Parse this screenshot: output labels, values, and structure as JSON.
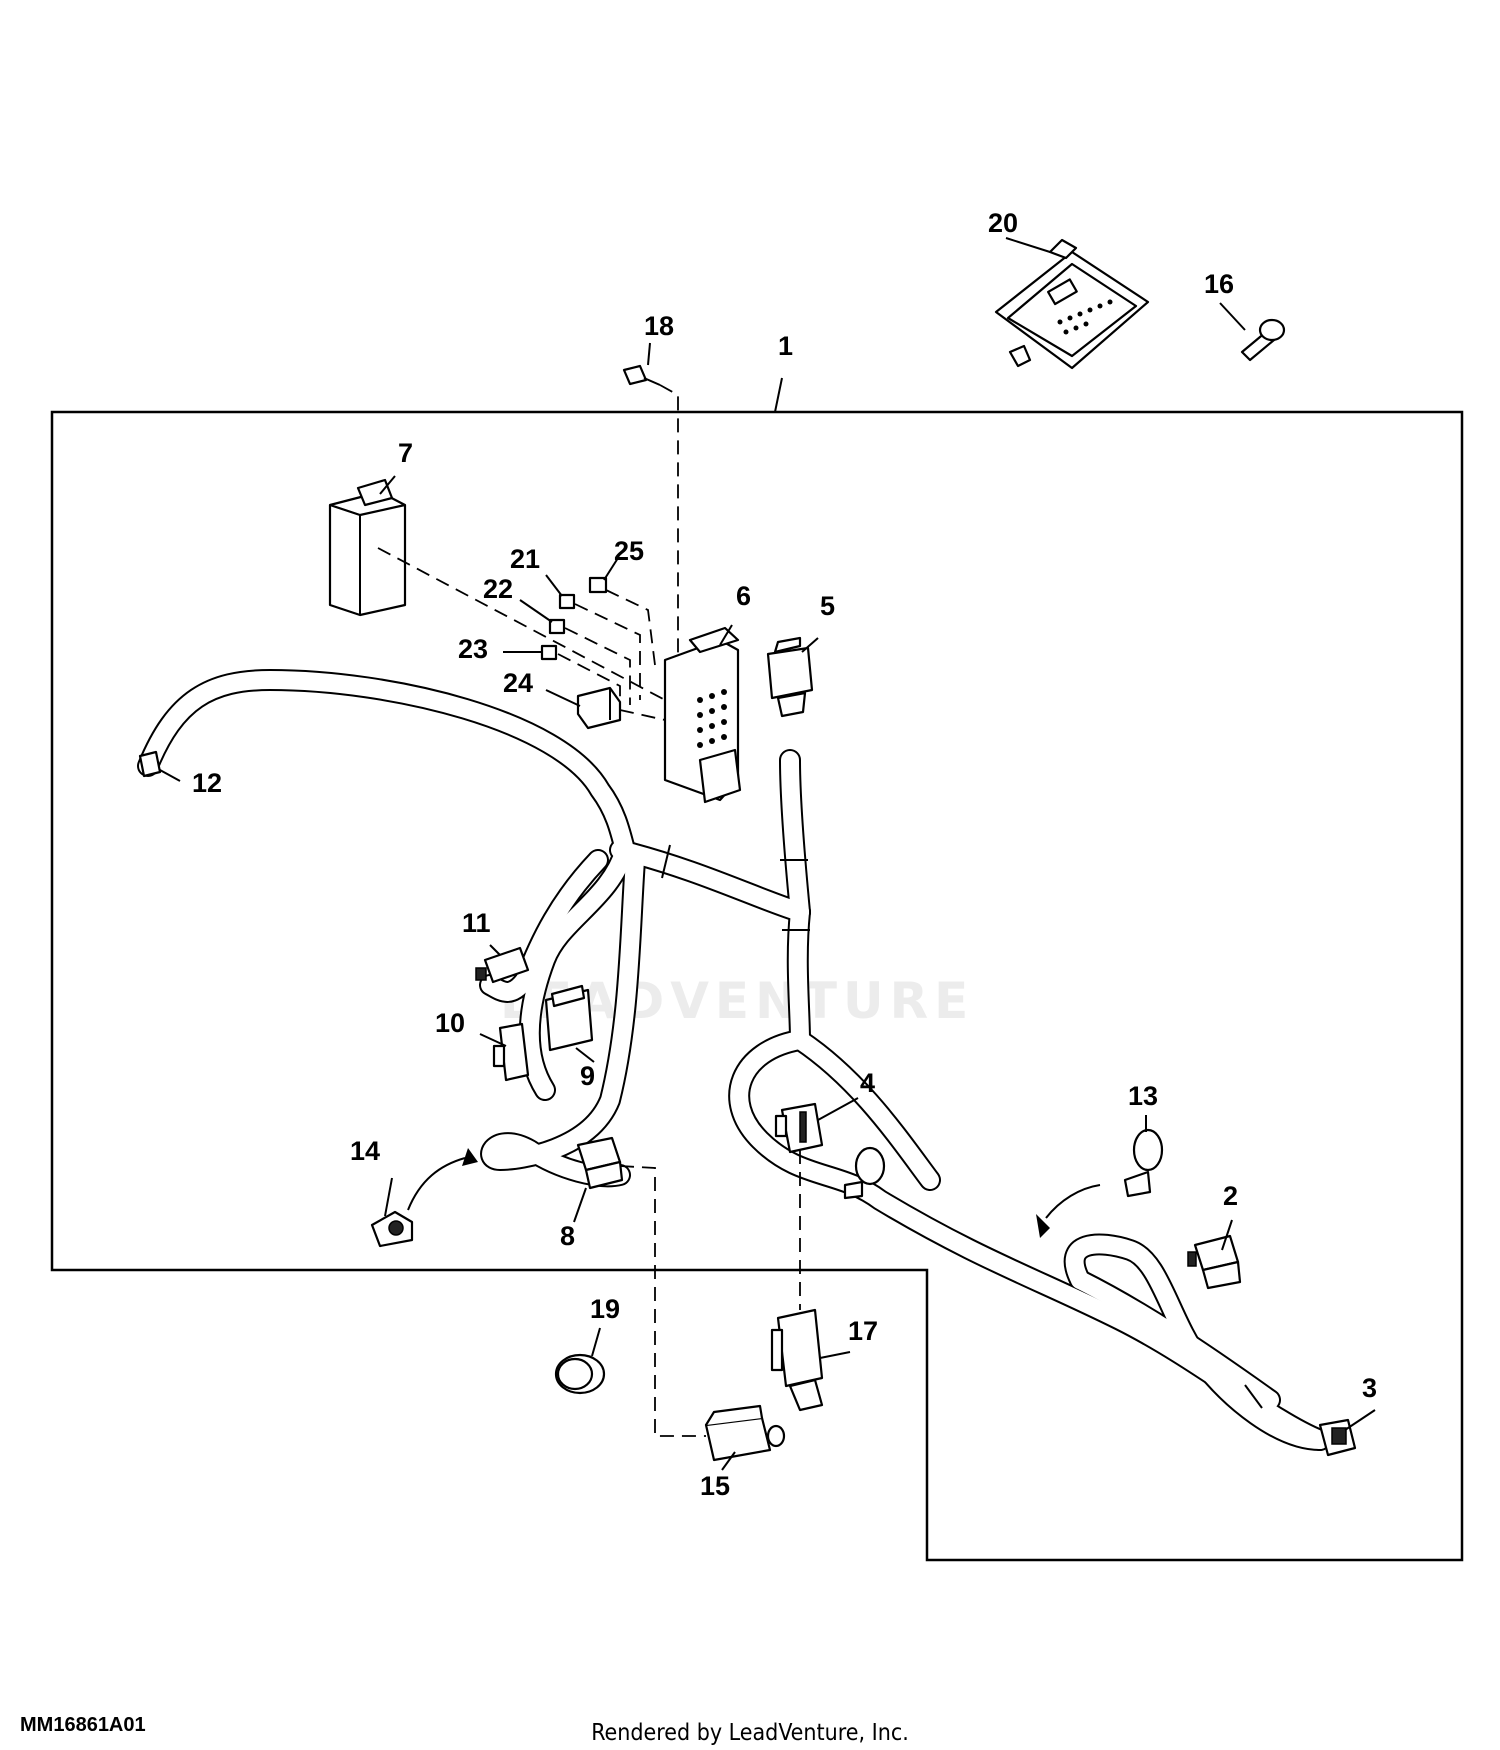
{
  "figure_id": "MM16861A01",
  "credit": "Rendered by LeadVenture, Inc.",
  "watermark": "LEADVENTURE",
  "callouts": {
    "c1": "1",
    "c2": "2",
    "c3": "3",
    "c4": "4",
    "c5": "5",
    "c6": "6",
    "c7": "7",
    "c8": "8",
    "c9": "9",
    "c10": "10",
    "c11": "11",
    "c12": "12",
    "c13": "13",
    "c14": "14",
    "c15": "15",
    "c16": "16",
    "c17": "17",
    "c18": "18",
    "c19": "19",
    "c20": "20",
    "c21": "21",
    "c22": "22",
    "c23": "23",
    "c24": "24",
    "c25": "25"
  },
  "colors": {
    "line": "#000000",
    "background": "#ffffff",
    "watermark": "#ececec"
  }
}
